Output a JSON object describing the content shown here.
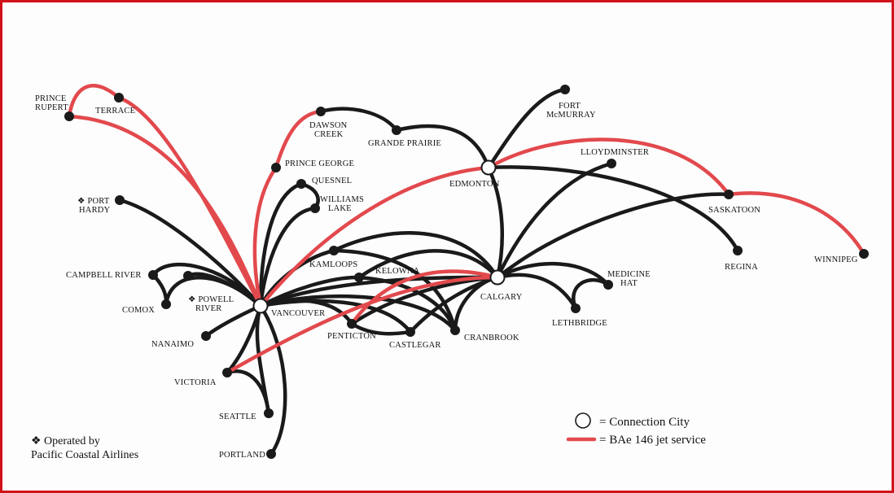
{
  "colors": {
    "frame": "#d0121a",
    "jet": "#e2494d",
    "route": "#1a1a1a",
    "dot": "#1a1a1a"
  },
  "cities": {
    "prince_rupert": [
      "PRINCE",
      "RUPERT"
    ],
    "terrace": "TERRACE",
    "dawson_creek": [
      "DAWSON",
      "CREEK"
    ],
    "grande_prairie": "GRANDE PRAIRIE",
    "prince_george": "PRINCE GEORGE",
    "quesnel": "QUESNEL",
    "williams_lake": [
      "WILLIAMS",
      "LAKE"
    ],
    "port_hardy": [
      "❖ PORT",
      "HARDY"
    ],
    "fort_mcmurray": [
      "FORT",
      "McMURRAY"
    ],
    "lloydminster": "LLOYDMINSTER",
    "edmonton": "EDMONTON",
    "saskatoon": "SASKATOON",
    "regina": "REGINA",
    "winnipeg": "WINNIPEG",
    "kamloops": "KAMLOOPS",
    "kelowna": "KELOWNA",
    "campbell_river": "CAMPBELL RIVER",
    "comox": "COMOX",
    "powell_river": [
      "❖ POWELL",
      "RIVER"
    ],
    "vancouver": "VANCOUVER",
    "calgary": "CALGARY",
    "medicine_hat": [
      "MEDICINE",
      "HAT"
    ],
    "lethbridge": "LETHBRIDGE",
    "nanaimo": "NANAIMO",
    "penticton": "PENTICTON",
    "castlegar": "CASTLEGAR",
    "cranbrook": "CRANBROOK",
    "victoria": "VICTORIA",
    "seattle": "SEATTLE",
    "portland": "PORTLAND"
  },
  "legend": {
    "connection": "= Connection City",
    "jet": "= BAe 146 jet service"
  },
  "footnote": [
    "❖ Operated by",
    "Pacific Coastal Airlines"
  ]
}
